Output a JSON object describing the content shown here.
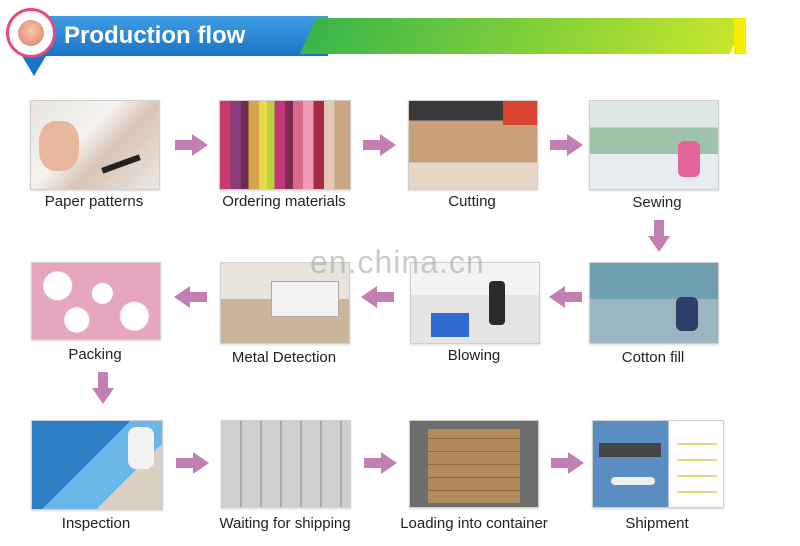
{
  "header": {
    "title": "Production flow"
  },
  "watermark": "en.china.cn",
  "steps": [
    {
      "label": "Paper patterns"
    },
    {
      "label": "Ordering materials"
    },
    {
      "label": "Cutting"
    },
    {
      "label": "Sewing"
    },
    {
      "label": "Cotton fill"
    },
    {
      "label": "Blowing"
    },
    {
      "label": "Metal Detection"
    },
    {
      "label": "Packing"
    },
    {
      "label": "Inspection"
    },
    {
      "label": "Waiting for shipping"
    },
    {
      "label": "Loading into container"
    },
    {
      "label": "Shipment"
    }
  ],
  "colors": {
    "banner_blue": "#1b73c4",
    "banner_green": "#39b54a",
    "arrow": "#c27fb1",
    "accent_yellow": "#f6ec00"
  }
}
